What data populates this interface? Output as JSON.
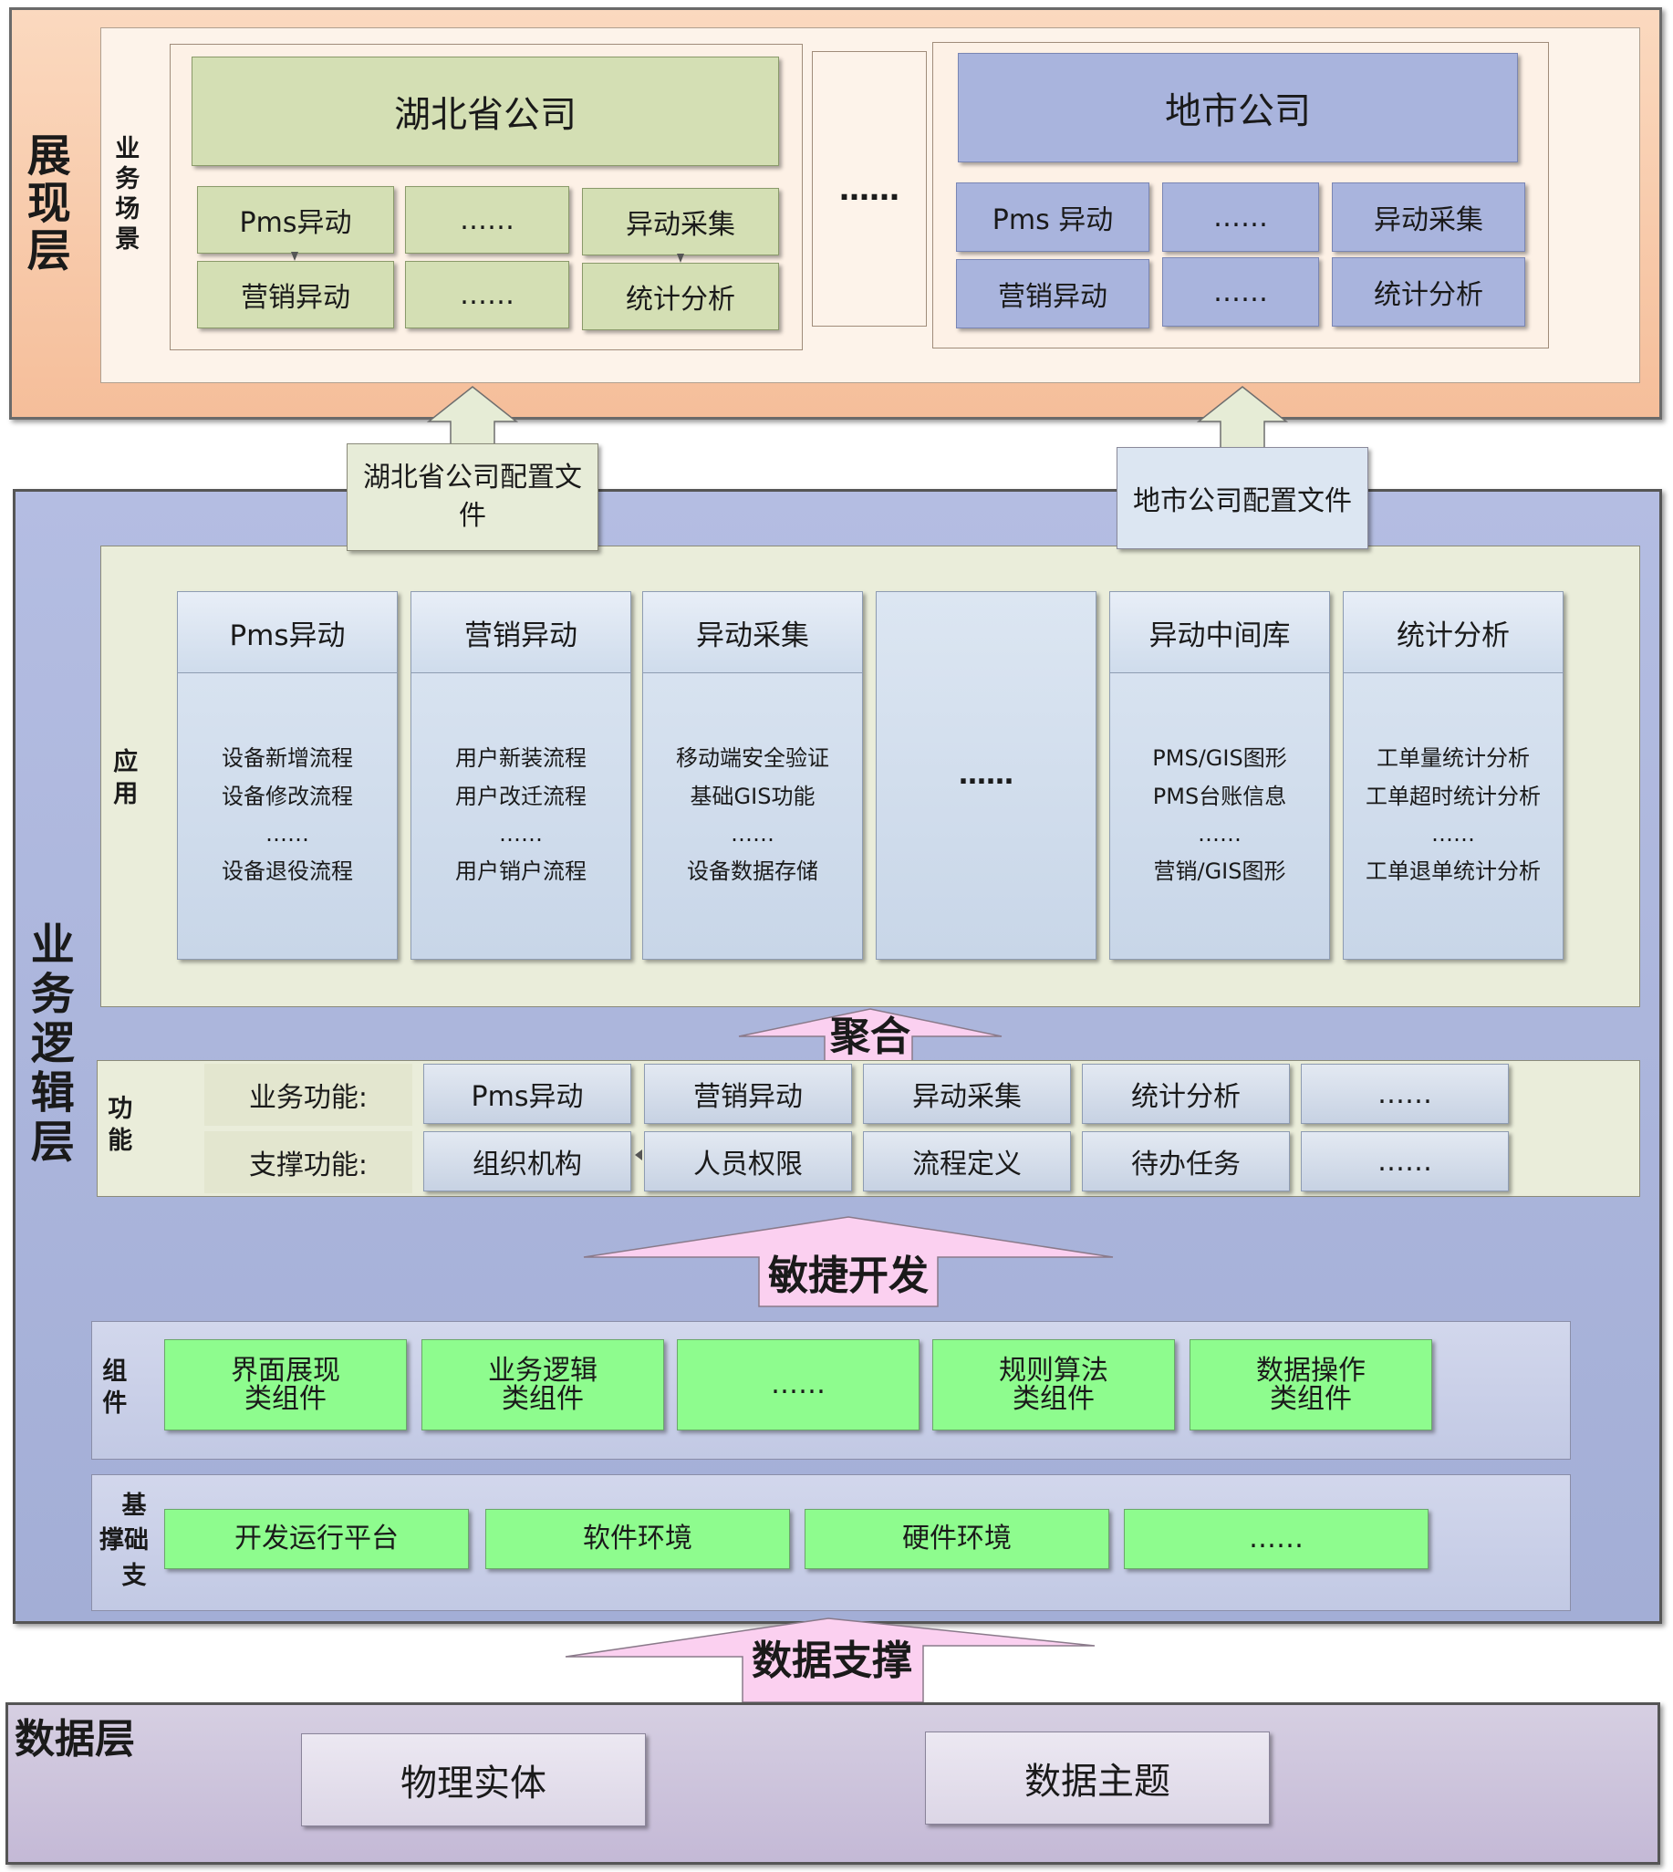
{
  "presentation_layer": {
    "title": "展现层",
    "scene_label": "业务场景",
    "hubei": {
      "title": "湖北省公司",
      "cells": [
        "Pms异动",
        "……",
        "异动采集",
        "营销异动",
        "……",
        "统计分析"
      ]
    },
    "middle_ellipsis": "……",
    "city": {
      "title": "地市公司",
      "cells": [
        "Pms 异动",
        "……",
        "异动采集",
        "营销异动",
        "……",
        "统计分析"
      ]
    }
  },
  "config_files": {
    "hubei": "湖北省公司配置文件",
    "city": "地市公司配置文件"
  },
  "logic_layer": {
    "title": "业务逻辑层",
    "app_label": "应用",
    "apps": [
      {
        "title": "Pms异动",
        "items": [
          "设备新增流程",
          "设备修改流程",
          "……",
          "设备退役流程"
        ]
      },
      {
        "title": "营销异动",
        "items": [
          "用户新装流程",
          "用户改迁流程",
          "……",
          "用户销户流程"
        ]
      },
      {
        "title": "异动采集",
        "items": [
          "移动端安全验证",
          "基础GIS功能",
          "……",
          "设备数据存储"
        ]
      },
      {
        "title": "",
        "items": [
          "……"
        ]
      },
      {
        "title": "异动中间库",
        "items": [
          "PMS/GIS图形",
          "PMS台账信息",
          "……",
          "营销/GIS图形"
        ]
      },
      {
        "title": "统计分析",
        "items": [
          "工单量统计分析",
          "工单超时统计分析",
          "……",
          "工单退单统计分析"
        ]
      }
    ],
    "aggregate_arrow": "聚合",
    "function_label": "功能",
    "business_function": {
      "label": "业务功能:",
      "items": [
        "Pms异动",
        "营销异动",
        "异动采集",
        "统计分析",
        "……"
      ]
    },
    "support_function": {
      "label": "支撑功能:",
      "items": [
        "组织机构",
        "人员权限",
        "流程定义",
        "待办任务",
        "……"
      ]
    },
    "agile_arrow": "敏捷开发",
    "component_label": "组件",
    "components": [
      "界面展现类组件",
      "业务逻辑类组件",
      "……",
      "规则算法类组件",
      "数据操作类组件"
    ],
    "infra_label": [
      "基",
      "撑础",
      "支"
    ],
    "infra": [
      "开发运行平台",
      "软件环境",
      "硬件环境",
      "……"
    ]
  },
  "data_arrow": "数据支撑",
  "data_layer": {
    "title": "数据层",
    "items": [
      "物理实体",
      "数据主题"
    ]
  },
  "colors": {
    "presentation_bg": "#f8c9a8",
    "logic_bg": "#a6b1d8",
    "data_bg": "#cbc2da",
    "component_green": "#8efc8e",
    "arrow_pink": "#fbd0f0"
  }
}
